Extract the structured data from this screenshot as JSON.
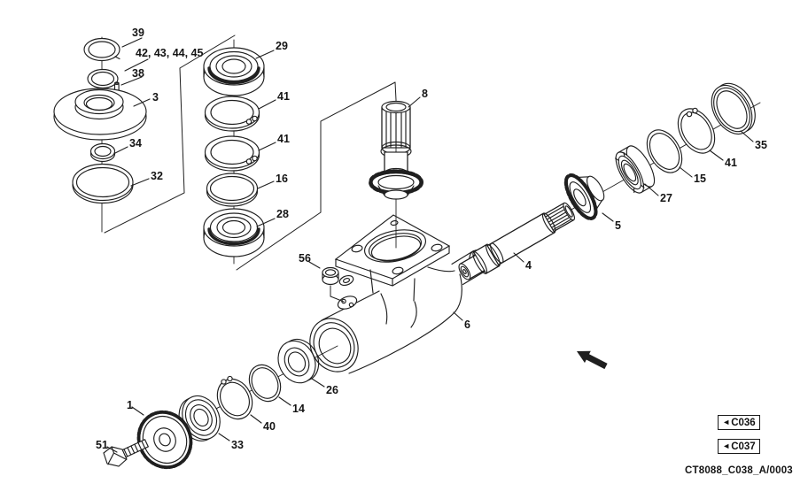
{
  "figure": {
    "caption": "CT8088_C038_A/0003",
    "refs": [
      {
        "arrow": "◄",
        "label": "C036"
      },
      {
        "arrow": "◄",
        "label": "C037"
      }
    ],
    "callouts": [
      {
        "label": "39"
      },
      {
        "label": "42, 43, 44, 45"
      },
      {
        "label": "38"
      },
      {
        "label": "3"
      },
      {
        "label": "34"
      },
      {
        "label": "32"
      },
      {
        "label": "29"
      },
      {
        "label": "41"
      },
      {
        "label": "41"
      },
      {
        "label": "16"
      },
      {
        "label": "28"
      },
      {
        "label": "8"
      },
      {
        "label": "56"
      },
      {
        "label": "6"
      },
      {
        "label": "4"
      },
      {
        "label": "5"
      },
      {
        "label": "27"
      },
      {
        "label": "15"
      },
      {
        "label": "41"
      },
      {
        "label": "35"
      },
      {
        "label": "51"
      },
      {
        "label": "1"
      },
      {
        "label": "33"
      },
      {
        "label": "40"
      },
      {
        "label": "14"
      },
      {
        "label": "26"
      }
    ],
    "colors": {
      "line": "#1f1f1f",
      "background": "#ffffff"
    }
  }
}
